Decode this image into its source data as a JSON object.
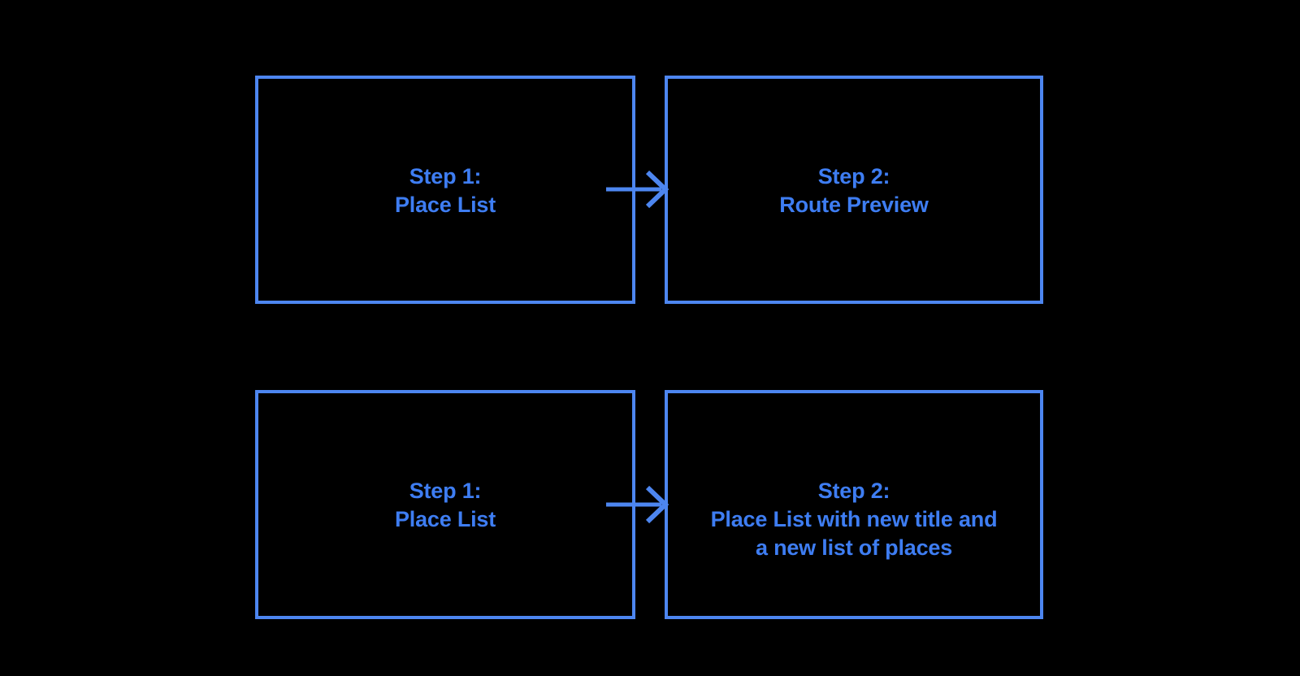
{
  "canvas": {
    "background_color": "#000000",
    "stroke_color": "#4d86f0",
    "text_color": "#3e7df2"
  },
  "diagram": {
    "type": "flowchart",
    "rows": [
      {
        "left_box": {
          "lines": [
            "Step 1:",
            "Place List"
          ]
        },
        "arrow": {
          "direction": "right",
          "icon": "arrow-right-icon"
        },
        "right_box": {
          "lines": [
            "Step 2:",
            "Route Preview"
          ]
        }
      },
      {
        "left_box": {
          "lines": [
            "Step 1:",
            "Place List"
          ]
        },
        "arrow": {
          "direction": "right",
          "icon": "arrow-right-icon"
        },
        "right_box": {
          "lines": [
            "Step 2:",
            "Place List with new title and",
            "a new list of places"
          ]
        }
      }
    ]
  }
}
